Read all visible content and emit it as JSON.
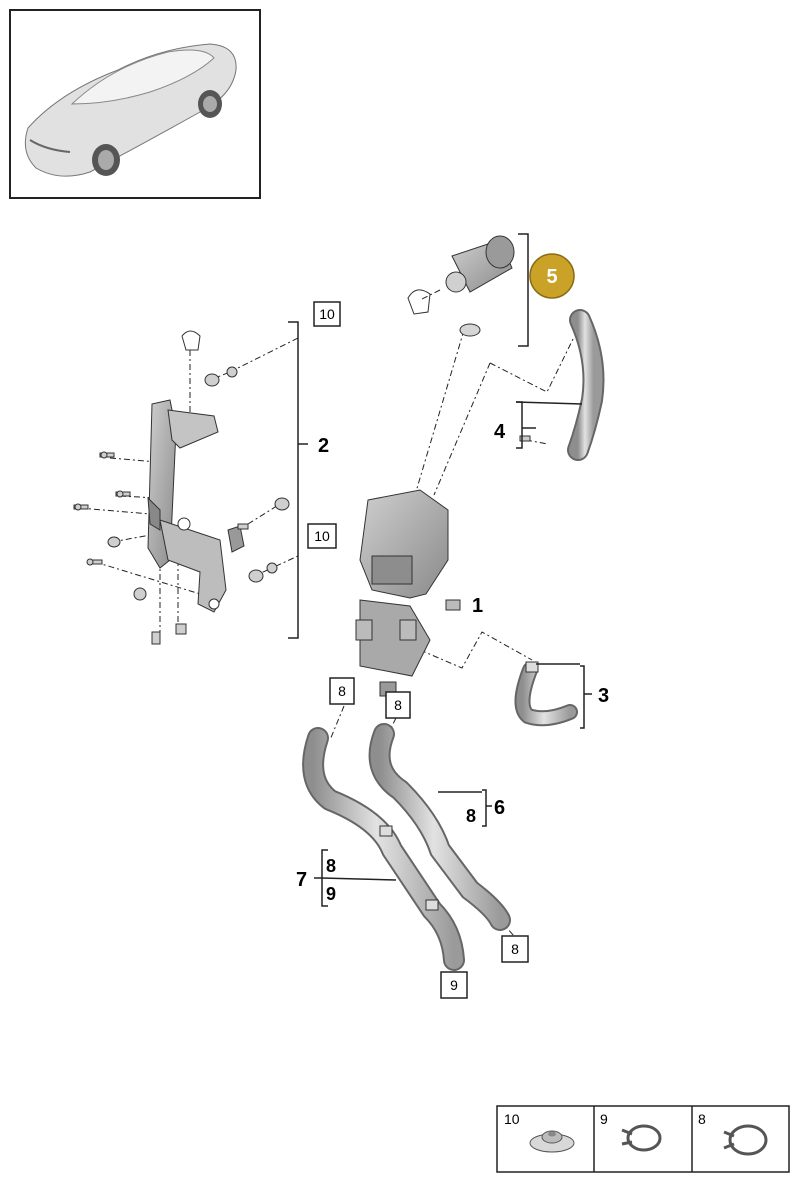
{
  "callouts": {
    "c1": "1",
    "c2": "2",
    "c3": "3",
    "c4": "4",
    "c5": "5",
    "c6": "6",
    "c7": "7"
  },
  "boxed": {
    "b10_top": "10",
    "b10_mid": "10",
    "b8_left": "8",
    "b8_right": "8",
    "b8_bottom": "8",
    "b9_bottom": "9"
  },
  "bracket_refs": {
    "r6_8": "8",
    "r7_8": "8",
    "r7_9": "9"
  },
  "legend": [
    {
      "num": "10",
      "icon": "washer-nut-icon"
    },
    {
      "num": "9",
      "icon": "hose-clamp-icon"
    },
    {
      "num": "8",
      "icon": "hose-clamp-icon"
    }
  ],
  "colors": {
    "highlight": "#c9a227",
    "line": "#222222",
    "part": "#b9b9b9"
  }
}
